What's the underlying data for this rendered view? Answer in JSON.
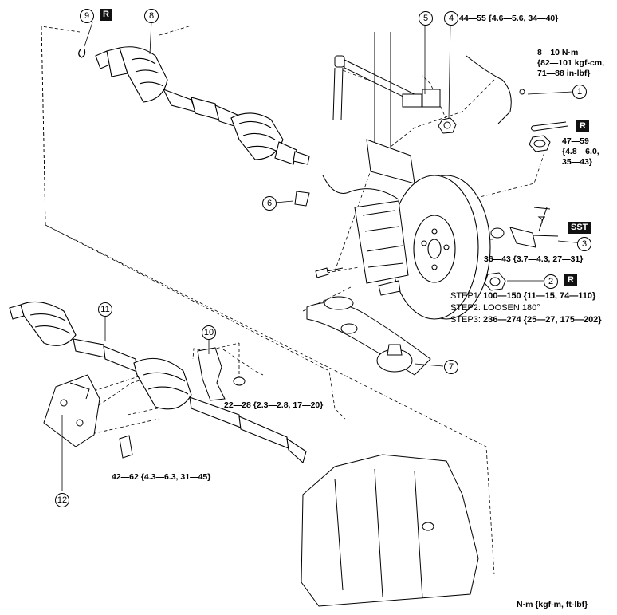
{
  "callouts": {
    "c1": "1",
    "c2": "2",
    "c3": "3",
    "c4": "4",
    "c5": "5",
    "c6": "6",
    "c7": "7",
    "c8": "8",
    "c9": "9",
    "c10": "10",
    "c11": "11",
    "c12": "12"
  },
  "tags": {
    "replace": "R",
    "sst": "SST"
  },
  "torques": {
    "t4": "44—55 {4.6—5.6, 34—40}",
    "t1_line1": "8—10 N·m",
    "t1_line2": "{82—101 kgf-cm,",
    "t1_line3": "71—88 in-lbf}",
    "t47_line1": "47—59",
    "t47_line2": "{4.8—6.0,",
    "t47_line3": "35—43}",
    "t36": "36—43 {3.7—4.3, 27—31}",
    "t22": "22—28 {2.3—2.8, 17—20}",
    "t42": "42—62 {4.3—6.3, 31—45}"
  },
  "steps": {
    "s1_label": "STEP1:",
    "s1_value": "100—150 {11—15, 74—110}",
    "s2_label": "STEP2:",
    "s2_value": "LOOSEN 180°",
    "s3_label": "STEP3:",
    "s3_value": "236—274 {25—27, 175—202}"
  },
  "units": "N·m {kgf-m, ft-lbf}",
  "colors": {
    "line": "#000000",
    "tag_bg": "#111111",
    "parts_fill": "#ffffff",
    "shade": "#d9d9d9"
  }
}
